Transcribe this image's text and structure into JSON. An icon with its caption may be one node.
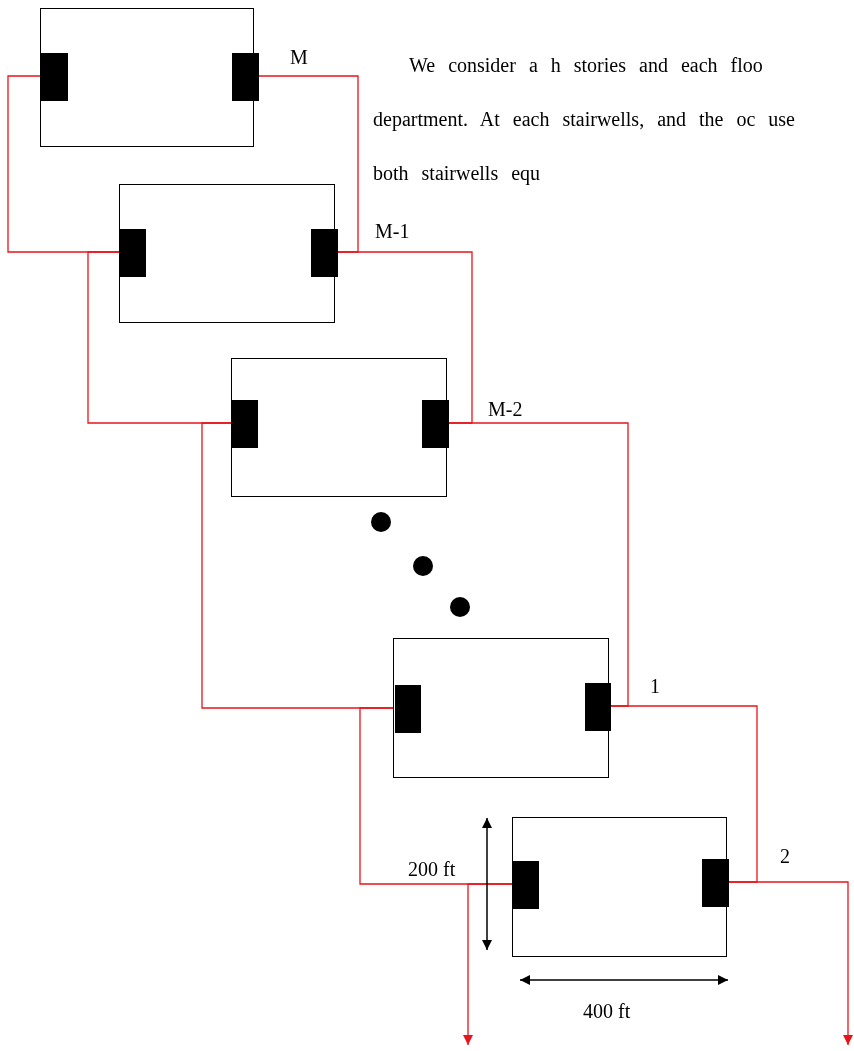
{
  "diagram": {
    "nodes": [
      {
        "text": [],
        "shape": "box",
        "beside": [
          "M"
        ]
      },
      {
        "text": [],
        "shape": "bar",
        "in": 0
      },
      {
        "text": [],
        "shape": "bar",
        "in": 0
      },
      {
        "text": [],
        "shape": "box",
        "beside": [
          "M-1"
        ]
      },
      {
        "text": [],
        "shape": "bar",
        "in": 3
      },
      {
        "text": [],
        "shape": "bar",
        "in": 3
      },
      {
        "text": [],
        "shape": "box",
        "beside": [
          "M-2"
        ]
      },
      {
        "text": [],
        "shape": "bar",
        "in": 6
      },
      {
        "text": [],
        "shape": "bar",
        "in": 6
      },
      {
        "text": [],
        "shape": "box",
        "beside": [
          "1"
        ]
      },
      {
        "text": [],
        "shape": "bar",
        "in": 9
      },
      {
        "text": [],
        "shape": "bar",
        "in": 9
      },
      {
        "text": [],
        "shape": "box",
        "beside": [
          "2"
        ]
      },
      {
        "text": [],
        "shape": "bar",
        "in": 12
      },
      {
        "text": [],
        "shape": "bar",
        "in": 12
      }
    ],
    "edges": [
      {
        "from": 1,
        "to": 4,
        "arrow": "none",
        "color": "#e8141b"
      },
      {
        "from": 2,
        "to": 5,
        "arrow": "none",
        "color": "#e8141b"
      },
      {
        "from": 4,
        "to": 7,
        "arrow": "none",
        "color": "#e8141b"
      },
      {
        "from": 5,
        "to": 8,
        "arrow": "none",
        "color": "#e8141b"
      },
      {
        "from": 7,
        "to": 10,
        "arrow": "none",
        "color": "#e8141b"
      },
      {
        "from": 8,
        "to": 11,
        "arrow": "none",
        "color": "#e8141b"
      },
      {
        "from": 10,
        "to": 13,
        "arrow": "none",
        "color": "#e8141b"
      },
      {
        "from": 11,
        "to": 14,
        "arrow": "none",
        "color": "#e8141b"
      },
      {
        "from": 13,
        "to": null,
        "arrow": "to",
        "color": "#e8141b"
      },
      {
        "from": 14,
        "to": null,
        "arrow": "to",
        "color": "#e8141b"
      }
    ],
    "labels": [
      "We consider a h stories and each floo department. At each stairwells, and the oc use both stairwells equ",
      "200 ft",
      "400 ft"
    ]
  }
}
